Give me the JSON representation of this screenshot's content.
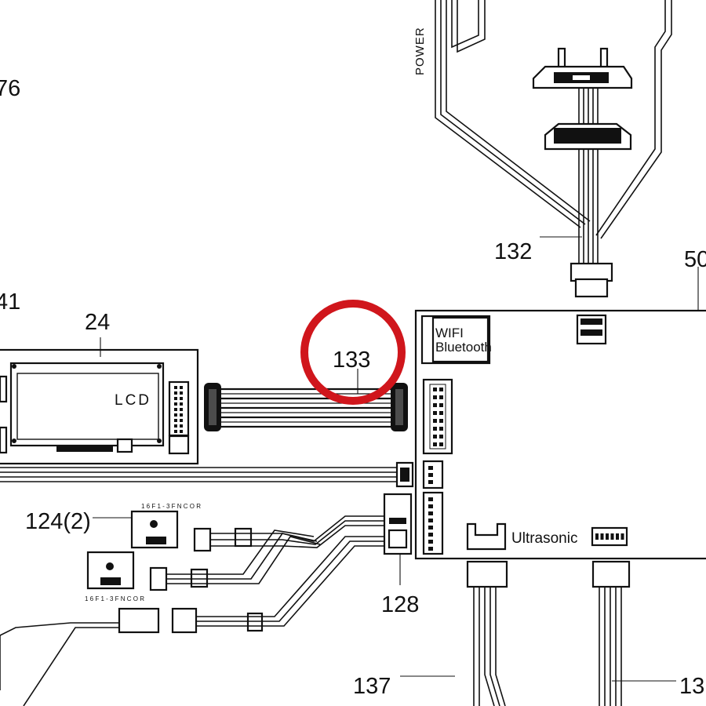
{
  "labels": {
    "l76": "76",
    "power": "POWER",
    "l132": "132",
    "l50": "50",
    "l41": "41",
    "l24": "24",
    "l133": "133",
    "wifi_line1": "WIFI",
    "wifi_line2": "Bluetooth",
    "lcd": "LCD",
    "l124": "124(2)",
    "ultrasonic": "Ultrasonic",
    "l128": "128",
    "l137": "137",
    "l13x": "13"
  },
  "callout": {
    "target": "133",
    "color": "#d0161c"
  }
}
